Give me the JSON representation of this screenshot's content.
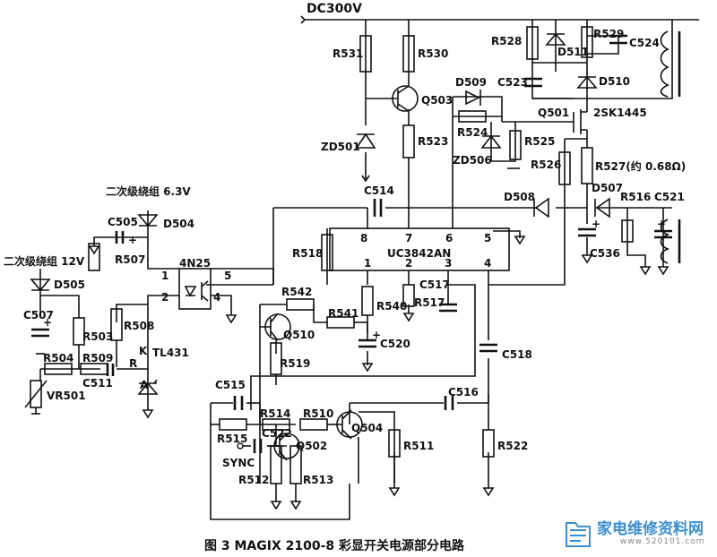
{
  "caption": "图 3 MAGIX 2100-8 彩显开关电源部分电路",
  "labels": {
    "dc300v": "DC300V",
    "r531": "R531",
    "r530": "R530",
    "q503": "Q503",
    "zd501": "ZD501",
    "r523": "R523",
    "r528": "R528",
    "d511": "D511",
    "r529": "R529",
    "c524": "C524",
    "c523": "C523",
    "d510": "D510",
    "d509": "D509",
    "r524": "R524",
    "r525": "R525",
    "zd506": "ZD506",
    "q501": "Q501",
    "q501_part": "2SK1445",
    "r526": "R526",
    "r527": "R527(约 0.68Ω)",
    "secondary_63v": "二次级绕组 6.3V",
    "c505": "C505",
    "d504": "D504",
    "r507": "R507",
    "c514": "C514",
    "d508": "D508",
    "d507": "D507",
    "r516": "R516",
    "c521": "C521",
    "c536": "C536",
    "secondary_12v": "二次级绕组 12V",
    "d505": "D505",
    "c507": "C507",
    "r503": "R503",
    "r508": "R508",
    "r504": "R504",
    "r509": "R509",
    "c511": "C511",
    "vr501": "VR501",
    "opto": "4N25",
    "tl431": "TL431",
    "ic": "UC3842AN",
    "r518": "R518",
    "r542": "R542",
    "r541": "R541",
    "q510": "Q510",
    "r519": "R519",
    "c520": "C520",
    "r540": "R540",
    "r517": "R517",
    "c517": "C517",
    "c518": "C518",
    "c515": "C515",
    "r514": "R514",
    "r510": "R510",
    "q504": "Q504",
    "c516": "C516",
    "r515": "R515",
    "c522": "C522",
    "q502": "Q502",
    "sync": "SYNC",
    "r512": "R512",
    "r513": "R513",
    "r511": "R511",
    "r522": "R522"
  },
  "pin_labels": {
    "ic_p8": "8",
    "ic_p7": "7",
    "ic_p6": "6",
    "ic_p5": "5",
    "ic_p1": "1",
    "ic_p2": "2",
    "ic_p3": "3",
    "ic_p4": "4",
    "opto_p1": "1",
    "opto_p2": "2",
    "opto_p4": "4",
    "opto_p5": "5",
    "tl_k": "K",
    "tl_r": "R",
    "tl_a": "A",
    "plus1": "+",
    "plus2": "+",
    "plus3": "+",
    "plus4": "+",
    "plus5": "+"
  },
  "watermark": {
    "title": "家电维修资料网",
    "url": "www.520101.com"
  }
}
